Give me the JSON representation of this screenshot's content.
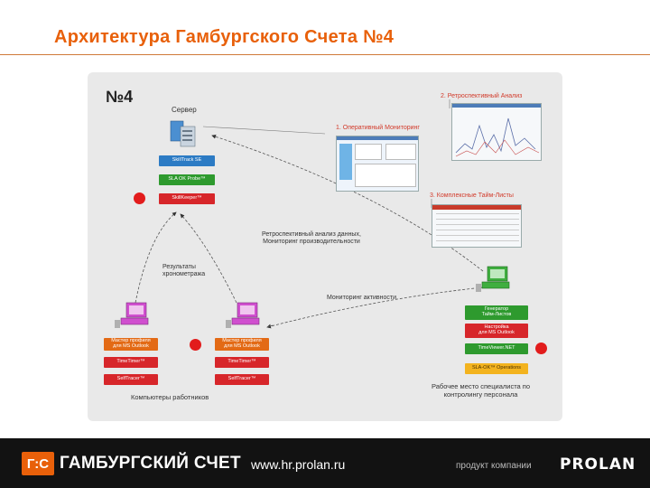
{
  "title": "Архитектура Гамбургского Счета №4",
  "diagram": {
    "number": "№4",
    "server": {
      "label": "Сервер",
      "components": [
        "SkillTrack SE",
        "SLA OK Probe™",
        "SkillKeeper™"
      ]
    },
    "views": {
      "monitoring": "1. Оперативный Мониторинг",
      "retro": "2. Ретроспективный Анализ",
      "timesheets": "3. Комплексные Тайм-Листы"
    },
    "edges": {
      "retro_analysis": "Ретроспективный анализ данных,\nМониторинг производительности",
      "timing_results": "Результаты\nхронометража",
      "activity_monitoring": "Мониторинг активности"
    },
    "workstation_left": {
      "components": [
        "Мастер профиля\nдля MS Outlook",
        "TimeTimer™",
        "SelfTracer™"
      ]
    },
    "workstation_right": {
      "components": [
        "Мастер профиля\nдля MS Outlook",
        "TimeTimer™",
        "SelfTracer™"
      ]
    },
    "employees_label": "Компьютеры работников",
    "specialist": {
      "components": [
        "Генератор\nТайм-Листов",
        "Настройка\nдля MS Outlook",
        "TimeViewer.NET",
        "SLA-OK™ Operations"
      ],
      "label": "Рабочее место специалиста по\nконтролингу персонала"
    }
  },
  "footer": {
    "logo": "Г:С",
    "brand": "ГАМБУРГСКИЙ СЧЕТ",
    "site": "www.hr.prolan.ru",
    "product_of": "продукт компании",
    "company": "PROLAN"
  },
  "colors": {
    "accent": "#e8600a",
    "link_red": "#d23a2a",
    "component_blue": "#2c7bc4",
    "component_green": "#2e9a2e",
    "component_red": "#d7262a",
    "component_orange": "#e36a15",
    "component_yellow": "#f3b31e"
  }
}
